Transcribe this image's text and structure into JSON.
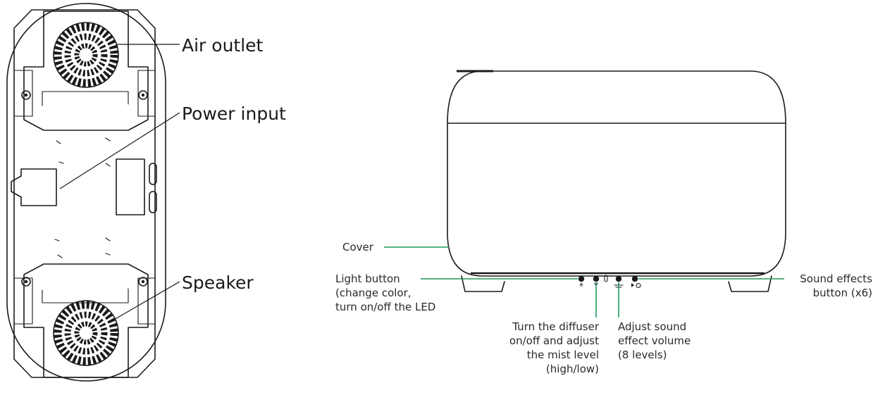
{
  "bottom_view": {
    "labels": {
      "air_outlet": "Air outlet",
      "power_input": "Power input",
      "speaker": "Speaker"
    }
  },
  "front_view": {
    "cover": "Cover",
    "light_button": [
      "Light button",
      "(change color,",
      "turn on/off the LED"
    ],
    "diffuser_button": [
      "Turn the diffuser",
      "on/off and adjust",
      "the mist level",
      "(high/low)"
    ],
    "volume_button": [
      "Adjust sound",
      "effect volume",
      "(8 levels)"
    ],
    "sound_button": [
      "Sound effects",
      "button (x6)"
    ]
  },
  "colors": {
    "leader_green": "#1f9a5b",
    "line_art": "#1a1a1a"
  }
}
